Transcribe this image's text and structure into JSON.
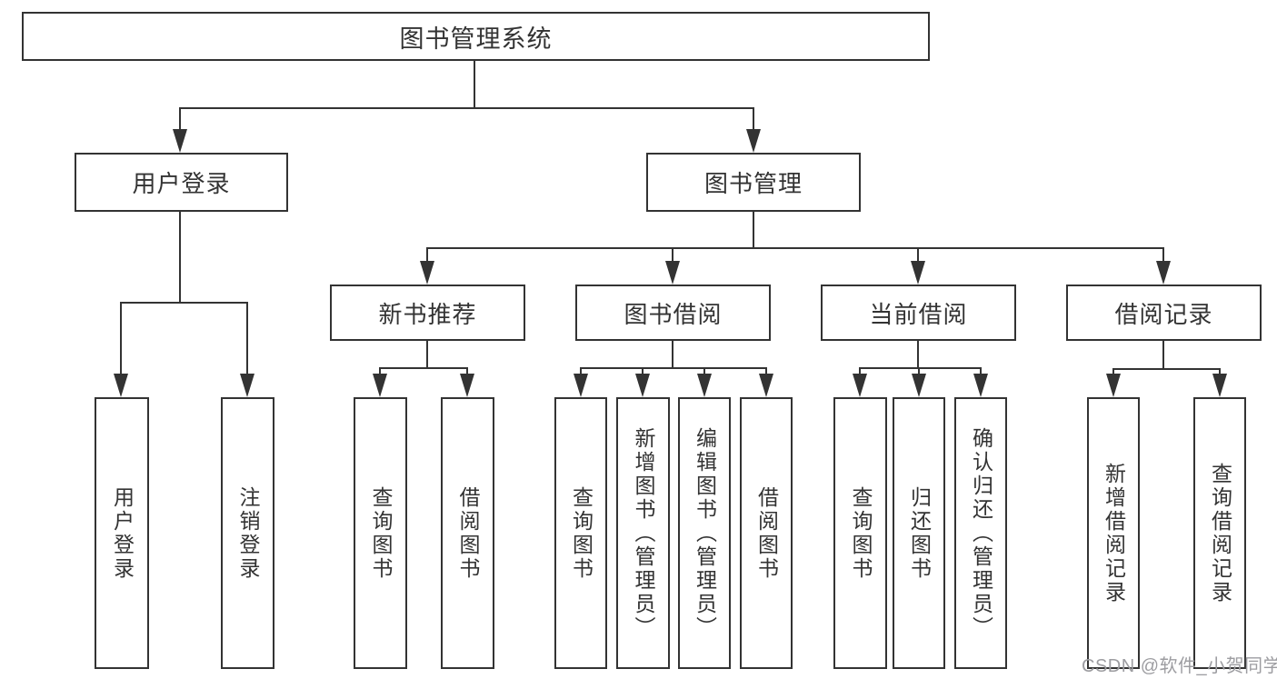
{
  "diagram_title": "图书管理系统",
  "watermark": "CSDN @软件_小贺同学",
  "colors": {
    "line": "#333333",
    "text": "#333333",
    "background": "#ffffff",
    "watermark": "#9d9da1"
  },
  "nodes": {
    "root": "图书管理系统",
    "l2_user_login": "用户登录",
    "l2_book_mgmt": "图书管理",
    "l3_new_books": "新书推荐",
    "l3_book_borrow": "图书借阅",
    "l3_current_borrow": "当前借阅",
    "l3_borrow_records": "借阅记录",
    "leaf_user_login": "用户登录",
    "leaf_logout": "注销登录",
    "leaf_nb_query": "查询图书",
    "leaf_nb_borrow": "借阅图书",
    "leaf_bb_query": "查询图书",
    "leaf_bb_add": "新增图书（管理员）",
    "leaf_bb_edit": "编辑图书（管理员）",
    "leaf_bb_borrow": "借阅图书",
    "leaf_cb_query": "查询图书",
    "leaf_cb_return": "归还图书",
    "leaf_cb_confirm": "确认归还（管理员）",
    "leaf_br_add": "新增借阅记录",
    "leaf_br_query": "查询借阅记录"
  },
  "hierarchy": {
    "root": "图书管理系统",
    "children": [
      {
        "label": "用户登录",
        "children": [
          "用户登录",
          "注销登录"
        ]
      },
      {
        "label": "图书管理",
        "children": [
          {
            "label": "新书推荐",
            "children": [
              "查询图书",
              "借阅图书"
            ]
          },
          {
            "label": "图书借阅",
            "children": [
              "查询图书",
              "新增图书（管理员）",
              "编辑图书（管理员）",
              "借阅图书"
            ]
          },
          {
            "label": "当前借阅",
            "children": [
              "查询图书",
              "归还图书",
              "确认归还（管理员）"
            ]
          },
          {
            "label": "借阅记录",
            "children": [
              "新增借阅记录",
              "查询借阅记录"
            ]
          }
        ]
      }
    ]
  }
}
